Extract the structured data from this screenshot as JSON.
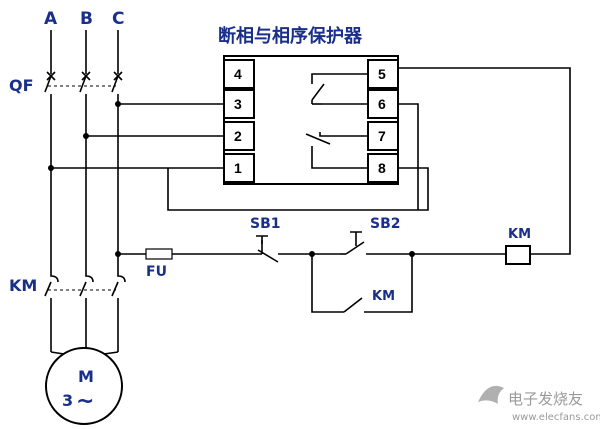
{
  "diagram": {
    "title": "断相与相序保护器",
    "phases": [
      "A",
      "B",
      "C"
    ],
    "breaker_label": "QF",
    "contactor_main_label": "KM",
    "motor": {
      "name": "M",
      "phase_count": "3",
      "symbol": "~"
    },
    "fuse_label": "FU",
    "stop_button_label": "SB1",
    "start_button_label": "SB2",
    "holding_contact_label": "KM",
    "coil_label": "KM",
    "relay_pins_left": [
      "4",
      "3",
      "2",
      "1"
    ],
    "relay_pins_right": [
      "5",
      "6",
      "7",
      "8"
    ]
  },
  "watermark": {
    "brand": "电子发烧友",
    "url": "www.elecfans.com"
  }
}
